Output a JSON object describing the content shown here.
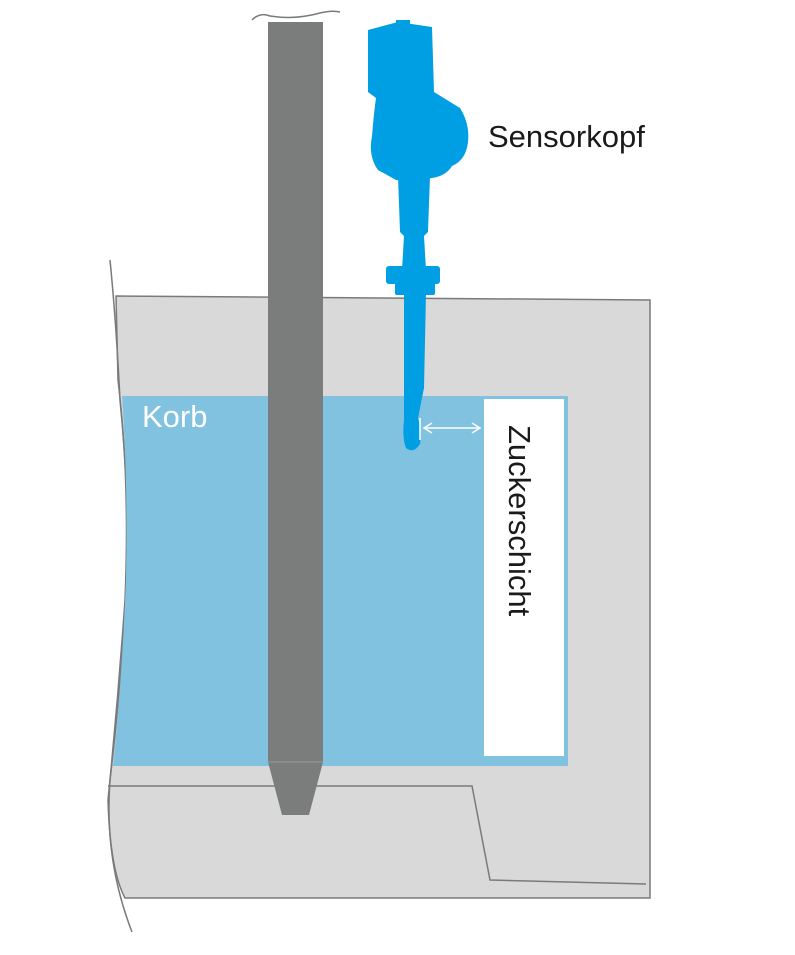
{
  "labels": {
    "sensor_head": "Sensorkopf",
    "basket": "Korb",
    "sugar_layer": "Zuckerschicht"
  },
  "colors": {
    "background": "#ffffff",
    "housing_fill": "#d9d9d9",
    "housing_stroke": "#7a7a7a",
    "basket_fill": "#80c2df",
    "basket_label": "#ffffff",
    "shaft_fill": "#7b7c7c",
    "sensor_blue": "#009fe3",
    "sugar_layer_fill": "#ffffff",
    "text": "#1a1a1a"
  },
  "icons": {
    "sensor": "temperature-probe-icon",
    "gap_arrow": "double-arrow-icon"
  }
}
